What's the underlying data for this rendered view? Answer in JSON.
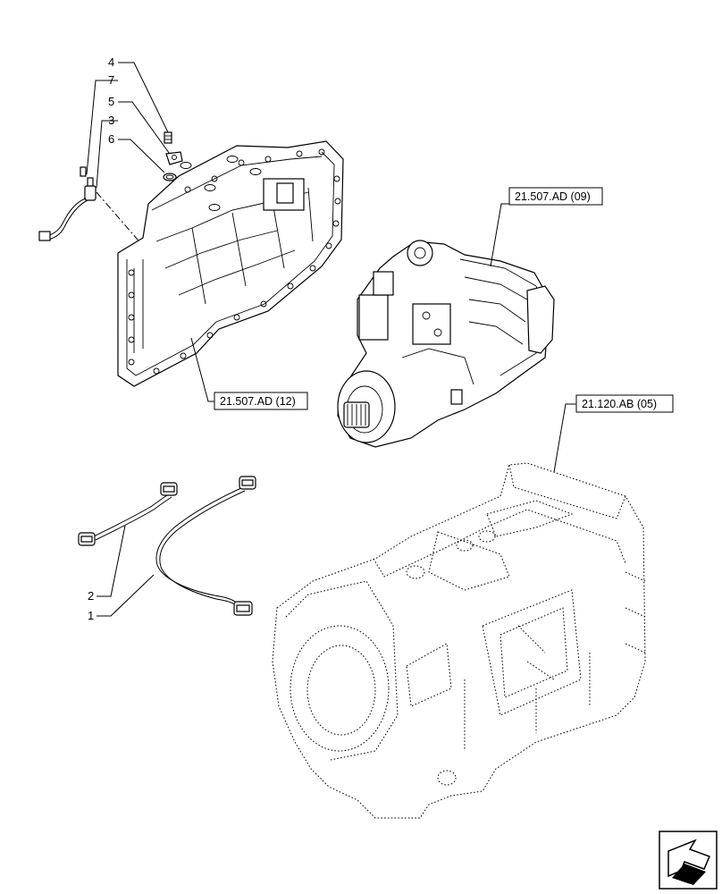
{
  "callouts": [
    {
      "id": "4",
      "label": "4"
    },
    {
      "id": "7",
      "label": "7"
    },
    {
      "id": "5",
      "label": "5"
    },
    {
      "id": "3",
      "label": "3"
    },
    {
      "id": "6",
      "label": "6"
    },
    {
      "id": "2",
      "label": "2"
    },
    {
      "id": "1",
      "label": "1"
    }
  ],
  "references": {
    "ref_housing": "21.507.AD (12)",
    "ref_pump": "21.507.AD (09)",
    "ref_transmission": "21.120.AB (05)"
  },
  "nav_icon": "next-page-arrow-icon"
}
